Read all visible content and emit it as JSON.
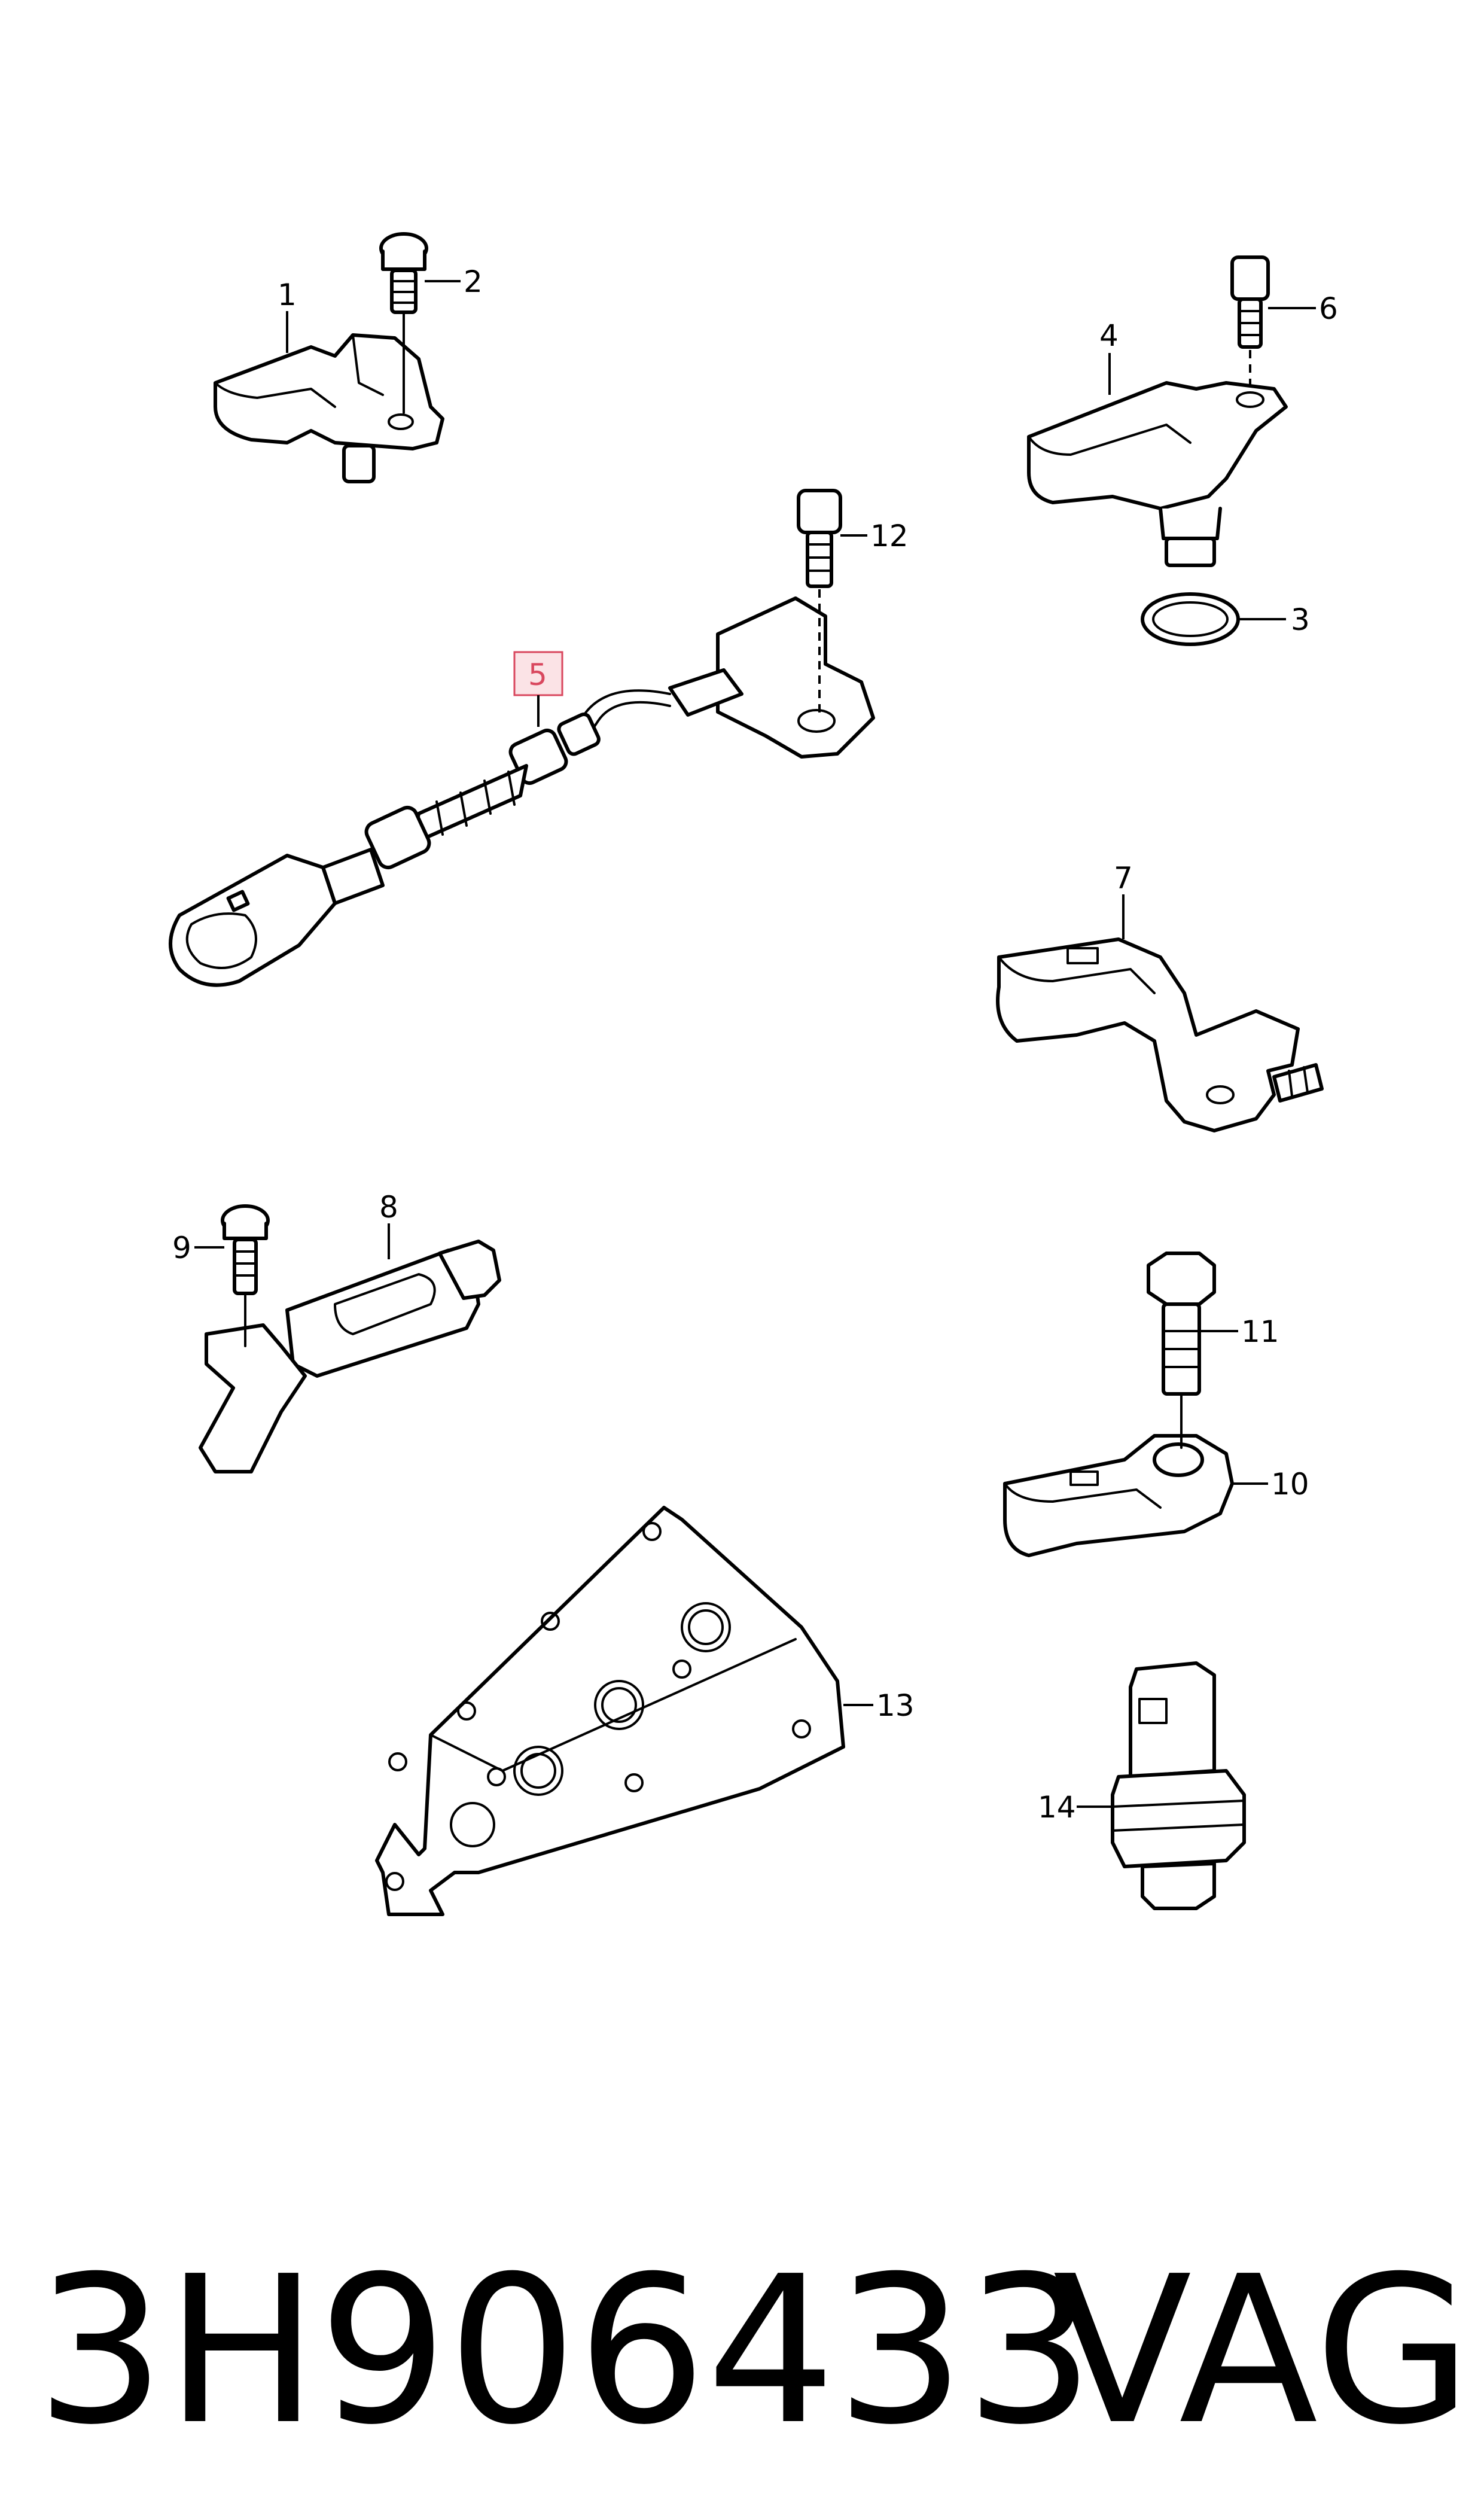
{
  "callouts": {
    "c1": "1",
    "c2": "2",
    "c3": "3",
    "c4": "4",
    "c5": "5",
    "c6": "6",
    "c7": "7",
    "c8": "8",
    "c9": "9",
    "c10": "10",
    "c11": "11",
    "c12": "12",
    "c13": "13",
    "c14": "14"
  },
  "highlighted_callout": "5",
  "colors": {
    "highlight_fill": "#fbe3e6",
    "highlight_stroke": "#d9475e",
    "line": "#000000"
  },
  "footer": {
    "part_number": "3H906433",
    "brand": "VAG"
  }
}
